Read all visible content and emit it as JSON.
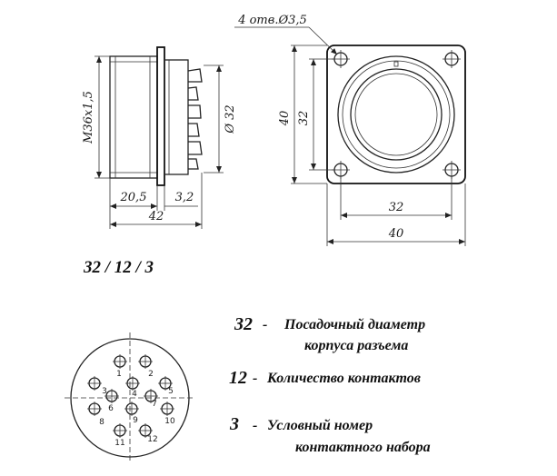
{
  "drawing": {
    "side_view": {
      "thread_label": "M36x1,5",
      "diameter_label": "Ø 32",
      "dim_body": "20,5",
      "dim_flange": "3,2",
      "dim_total": "42"
    },
    "front_view": {
      "holes_label": "4 отв.Ø3,5",
      "dim_inner_v": "32",
      "dim_outer_v": "40",
      "dim_inner_h": "32",
      "dim_outer_h": "40"
    },
    "code": "32 / 12 / 3",
    "pinout": {
      "pins": [
        {
          "num": "1"
        },
        {
          "num": "2"
        },
        {
          "num": "3"
        },
        {
          "num": "4"
        },
        {
          "num": "5"
        },
        {
          "num": "6"
        },
        {
          "num": "7"
        },
        {
          "num": "8"
        },
        {
          "num": "9"
        },
        {
          "num": "10"
        },
        {
          "num": "11"
        },
        {
          "num": "12"
        }
      ]
    }
  },
  "legend": [
    {
      "number": "32",
      "dash": "-",
      "line1": "Посадочный диаметр",
      "line2": "корпуса разъема"
    },
    {
      "number": "12",
      "dash": "-",
      "line1": "Количество контактов",
      "line2": ""
    },
    {
      "number": "3",
      "dash": "-",
      "line1": "Условный номер",
      "line2": "контактного набора"
    }
  ]
}
